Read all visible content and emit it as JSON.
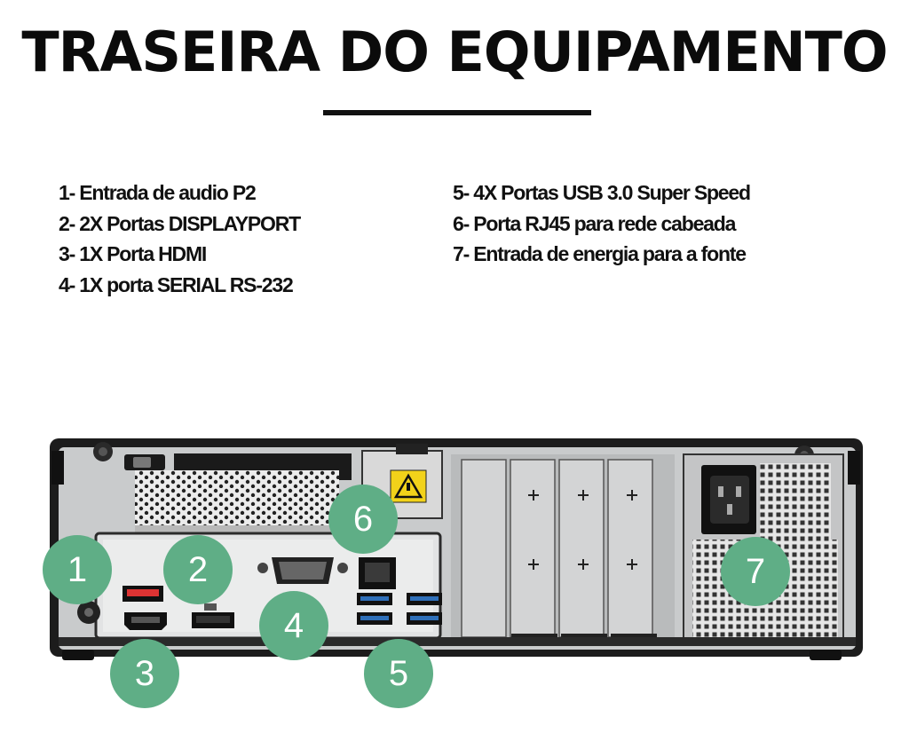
{
  "title": "TRASEIRA DO EQUIPAMENTO",
  "legend_left": [
    "1- Entrada de audio P2",
    "2- 2X Portas DISPLAYPORT",
    "3- 1X Porta HDMI",
    "4- 1X porta SERIAL RS-232"
  ],
  "legend_right": [
    "5- 4X Portas USB 3.0  Super Speed",
    "6- Porta RJ45 para rede cabeada",
    "7- Entrada de energia para a fonte"
  ],
  "markers": [
    "1",
    "2",
    "3",
    "4",
    "5",
    "6",
    "7"
  ],
  "colors": {
    "marker_green": "#5fae86",
    "chassis_dark": "#1c1c1c",
    "panel_silver": "#c9cbcc"
  }
}
